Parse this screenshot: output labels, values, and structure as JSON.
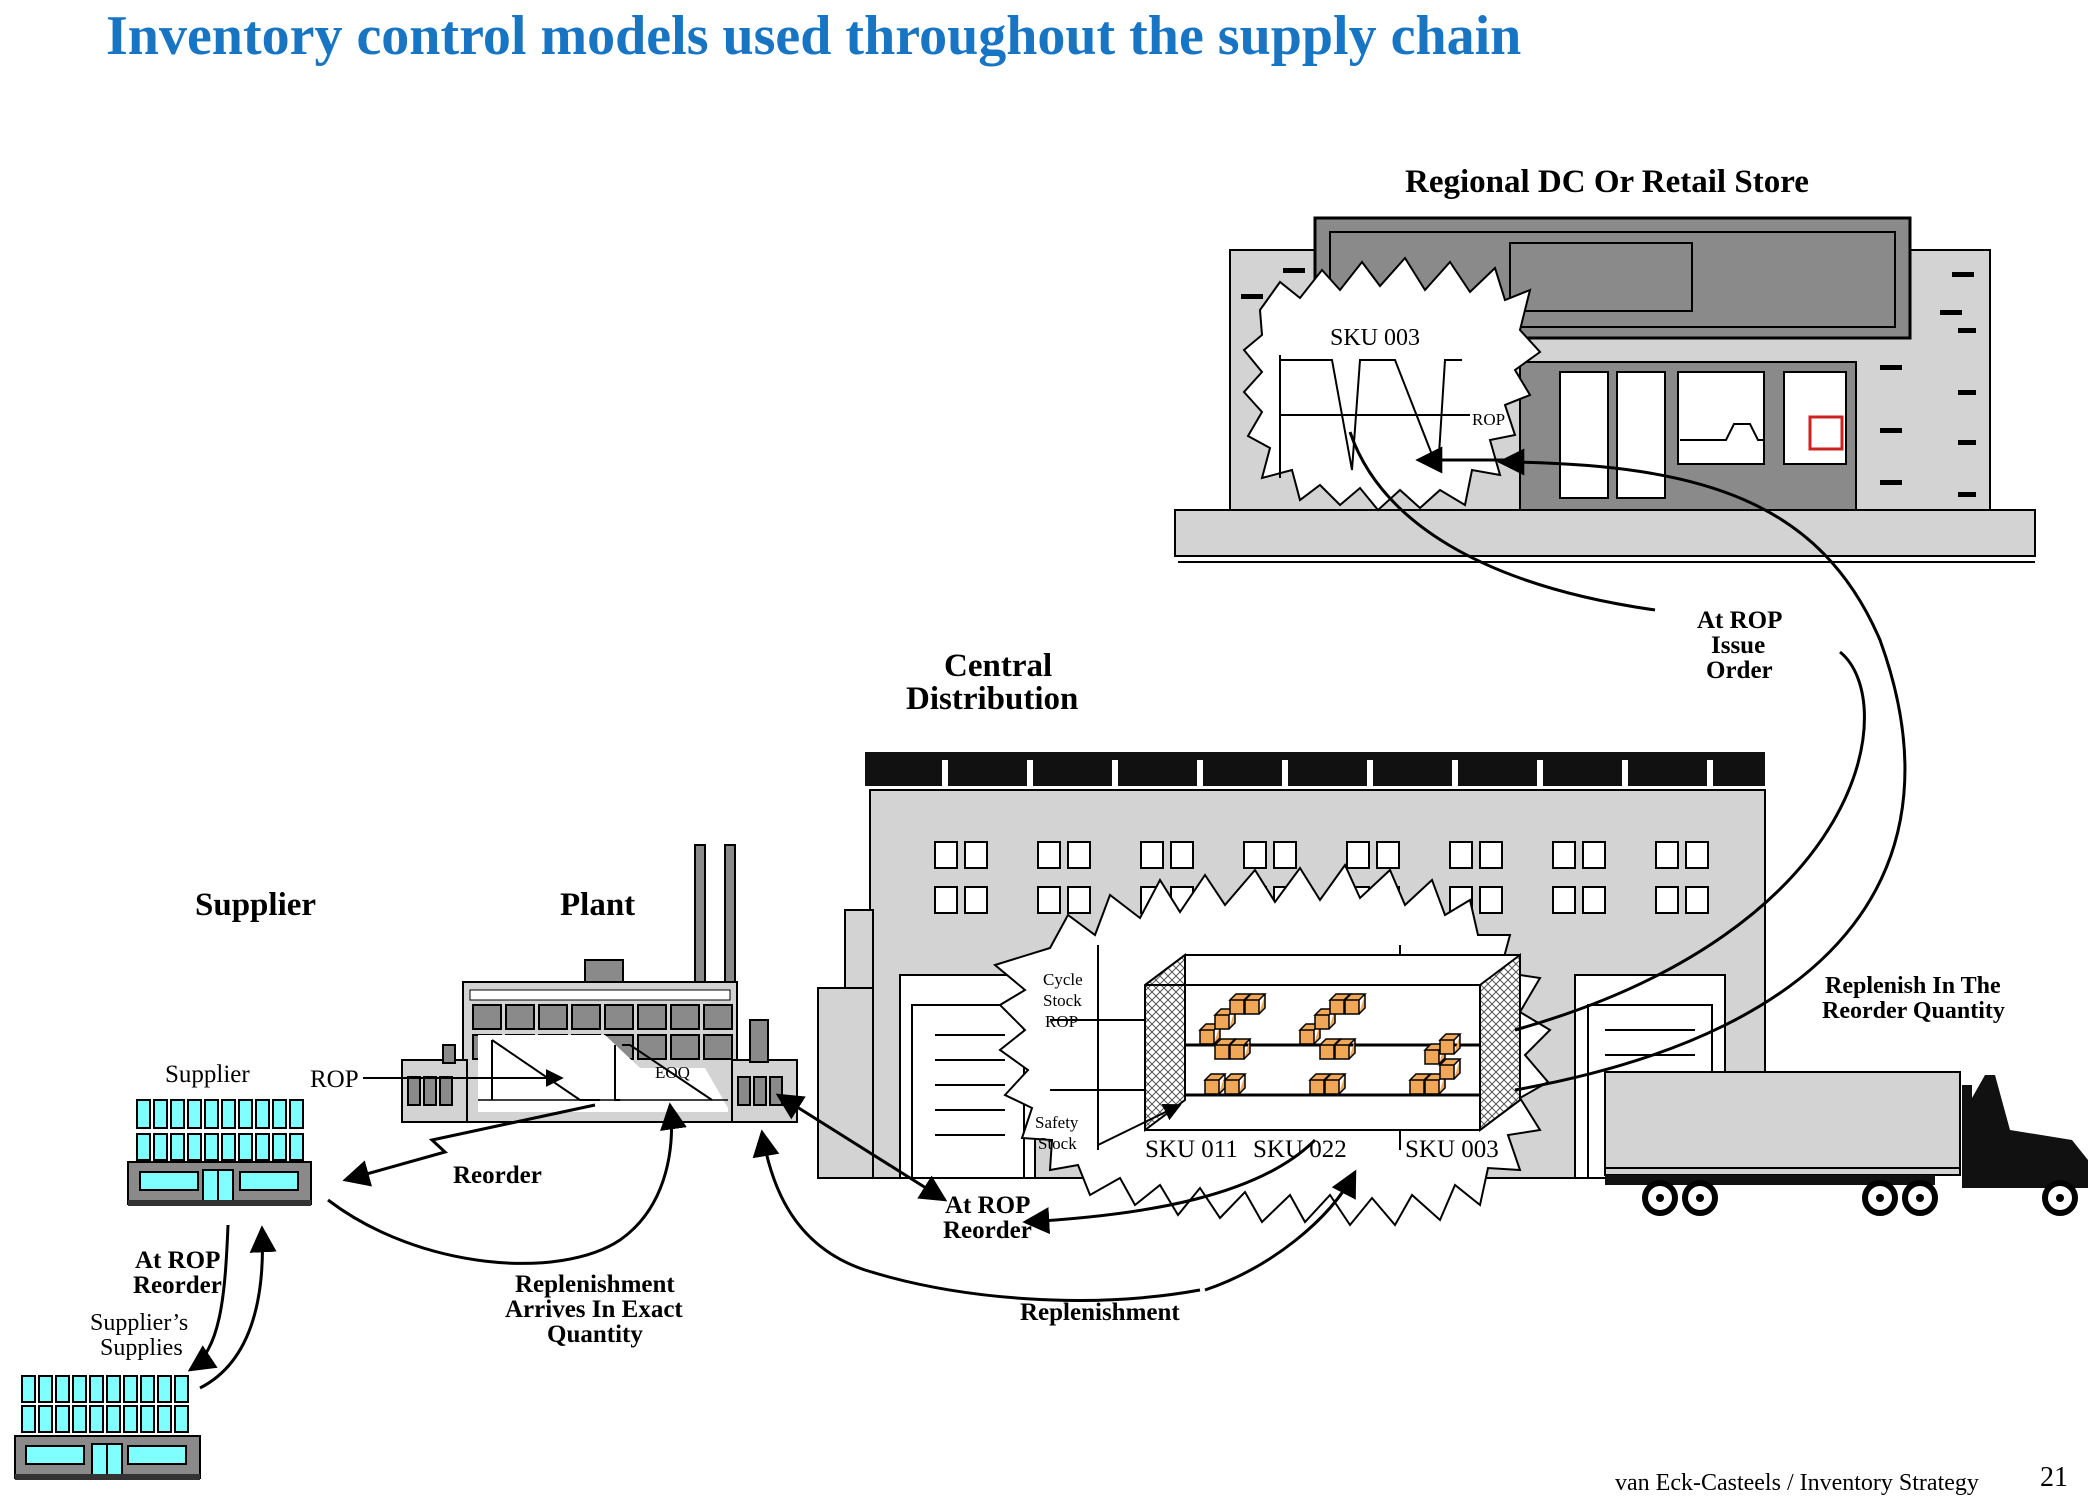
{
  "title": "Inventory control models used throughout the supply chain",
  "labels": {
    "regional": "Regional DC Or Retail Store",
    "central_line1": "Central",
    "central_line2": "Distribution",
    "supplier_title": "Supplier",
    "plant_title": "Plant",
    "supplier_building": "Supplier",
    "rop_plant": "ROP",
    "eoq": "EOQ",
    "reorder": "Reorder",
    "replenishment_exact": [
      "Replenishment",
      "Arrives In Exact",
      "Quantity"
    ],
    "at_rop_reorder_supplier": [
      "At ROP",
      "Reorder"
    ],
    "suppliers_supplies": [
      "Supplier’s",
      "Supplies"
    ],
    "at_rop_reorder_dc": [
      "At ROP",
      "Reorder"
    ],
    "replenishment": "Replenishment",
    "at_rop_issue_order": [
      "At ROP",
      "Issue",
      "Order"
    ],
    "replenish_reorder_qty": [
      "Replenish In The",
      "Reorder Quantity"
    ],
    "cycle_stock": [
      "Cycle",
      "Stock",
      "ROP"
    ],
    "safety_stock": [
      "Safety",
      "Stock"
    ],
    "sku_011": "SKU 011",
    "sku_022": "SKU 022",
    "sku_003_dc": "SKU 003",
    "sku_003_store": "SKU 003",
    "rop_store": "ROP"
  },
  "footer": "van Eck-Casteels / Inventory Strategy",
  "page_number": "21",
  "colors": {
    "title": "#1875c4",
    "building_gray": "#d3d3d3",
    "dark_gray": "#8a8a8a",
    "window_cyan": "#7fffff",
    "box_orange": "#f0a858"
  }
}
